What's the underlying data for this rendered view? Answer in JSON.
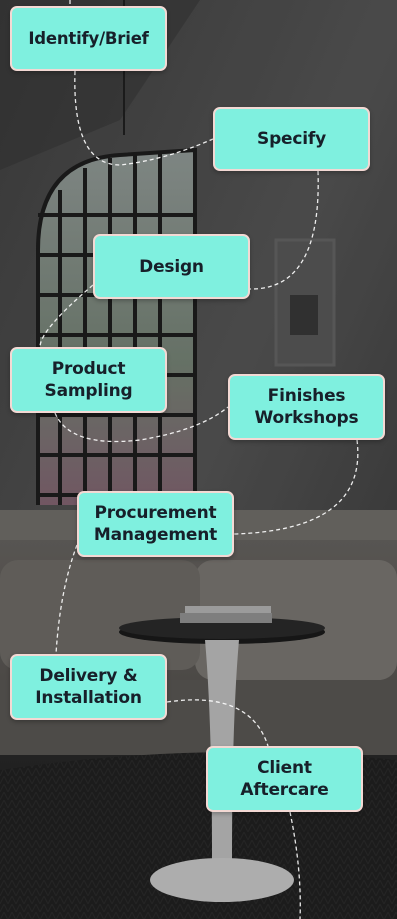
{
  "process": {
    "steps": [
      {
        "label": "Identify/Brief"
      },
      {
        "label": "Specify"
      },
      {
        "label": "Design"
      },
      {
        "label": "Product\nSampling"
      },
      {
        "label": "Finishes\nWorkshops"
      },
      {
        "label": "Procurement\nManagement"
      },
      {
        "label": "Delivery &\nInstallation"
      },
      {
        "label": "Client\nAftercare"
      }
    ]
  },
  "colors": {
    "card_fill": "#7ff0df",
    "card_border": "#f3d9d4",
    "card_text": "#17202a",
    "connector": "#ffffff"
  },
  "background": {
    "scene": "interior-room-photo",
    "icon": "round-side-table"
  }
}
